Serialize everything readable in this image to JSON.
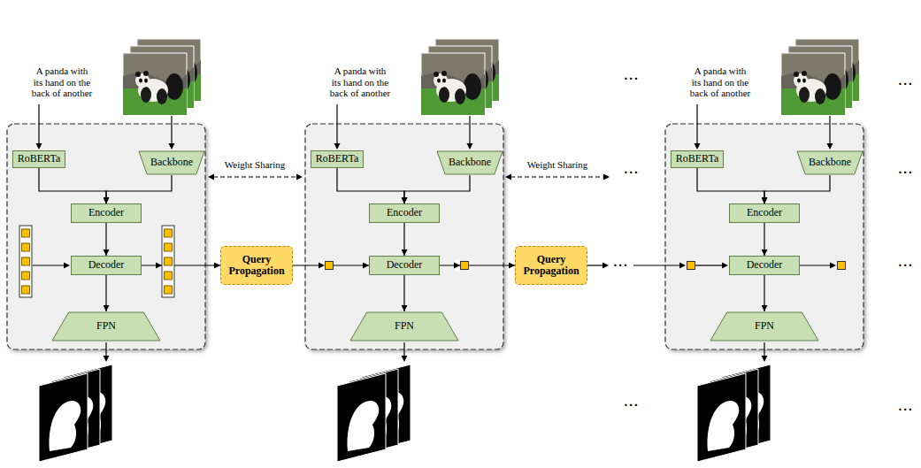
{
  "diagram": {
    "nodes": [
      {
        "text": [
          "RoBERTa"
        ]
      },
      {
        "text": [
          "Backbone"
        ]
      },
      {
        "text": [
          "Encoder"
        ]
      },
      {
        "text": [
          "Decoder"
        ]
      },
      {
        "text": [
          "FPN"
        ]
      },
      {
        "text": [
          "Query Propagation"
        ]
      },
      {
        "text": [
          "RoBERTa"
        ]
      },
      {
        "text": [
          "Backbone"
        ]
      },
      {
        "text": [
          "Encoder"
        ]
      },
      {
        "text": [
          "Decoder"
        ]
      },
      {
        "text": [
          "FPN"
        ]
      },
      {
        "text": [
          "Query Propagation"
        ]
      },
      {
        "text": [
          "RoBERTa"
        ]
      },
      {
        "text": [
          "Backbone"
        ]
      },
      {
        "text": [
          "Encoder"
        ]
      },
      {
        "text": [
          "Decoder"
        ]
      },
      {
        "text": [
          "FPN"
        ]
      }
    ],
    "edges": [
      {
        "from": 0,
        "to": 2,
        "arrow": "to"
      },
      {
        "from": 1,
        "to": 2,
        "arrow": "to"
      },
      {
        "from": 2,
        "to": 3,
        "arrow": "to"
      },
      {
        "from": 3,
        "to": 4,
        "arrow": "to"
      },
      {
        "from": 3,
        "to": 5,
        "arrow": "to"
      },
      {
        "from": 5,
        "to": 9,
        "arrow": "to"
      },
      {
        "from": 6,
        "to": 8,
        "arrow": "to"
      },
      {
        "from": 7,
        "to": 8,
        "arrow": "to"
      },
      {
        "from": 8,
        "to": 9,
        "arrow": "to"
      },
      {
        "from": 9,
        "to": 10,
        "arrow": "to"
      },
      {
        "from": 9,
        "to": 11,
        "arrow": "to"
      },
      {
        "from": 12,
        "to": 14,
        "arrow": "to"
      },
      {
        "from": 13,
        "to": 14,
        "arrow": "to"
      },
      {
        "from": 14,
        "to": 15,
        "arrow": "to"
      },
      {
        "from": 15,
        "to": 16,
        "arrow": "to"
      }
    ],
    "labels": [
      "A panda with its hand on the back of another",
      "A panda with its hand on the back of another",
      "A panda with its hand on the back of another",
      "Weight Sharing",
      "Weight Sharing",
      "...",
      "...",
      "...",
      "...",
      "...",
      "...",
      "...",
      "..."
    ]
  }
}
